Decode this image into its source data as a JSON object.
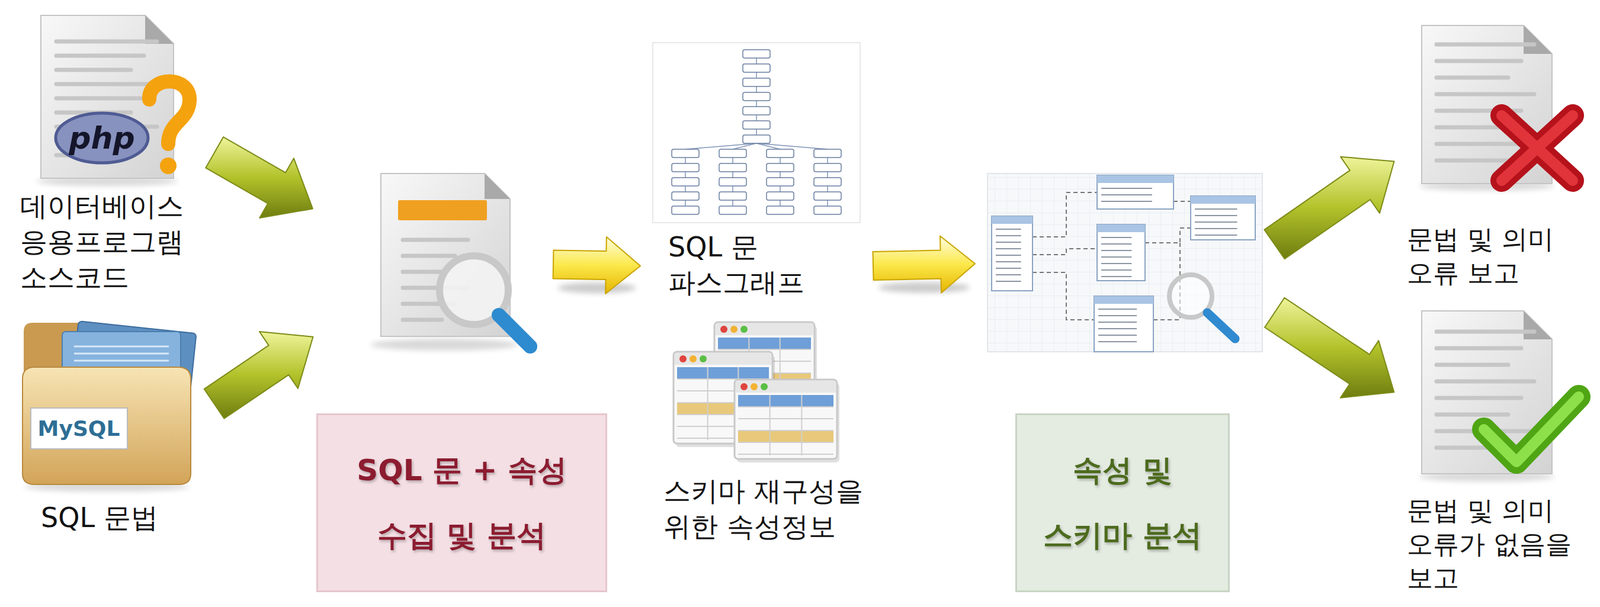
{
  "diagram": {
    "nodes": [
      {
        "text": [
          "데이터베이스 응용프로그램 소스코드"
        ]
      },
      {
        "text": [
          "SQL 문법"
        ]
      },
      {
        "text": [
          "SQL 문 + 속성 수집 및 분석"
        ]
      },
      {
        "text": [
          "SQL 문 파스그래프"
        ]
      },
      {
        "text": [
          "스키마 재구성을 위한 속성정보"
        ]
      },
      {
        "text": [
          "속성 및 스키마 분석"
        ]
      },
      {
        "text": [
          "문법 및 의미 오류 보고"
        ]
      },
      {
        "text": [
          "문법 및 의미 오류가 없음을 보고"
        ]
      }
    ],
    "edges": [
      {
        "from": 0,
        "to": 2,
        "arrow": "to"
      },
      {
        "from": 1,
        "to": 2,
        "arrow": "to"
      },
      {
        "from": 2,
        "to": 3,
        "arrow": "to"
      },
      {
        "from": 3,
        "to": 5,
        "arrow": "to"
      },
      {
        "from": 5,
        "to": 6,
        "arrow": "to"
      },
      {
        "from": 5,
        "to": 7,
        "arrow": "to"
      }
    ],
    "labels": [
      "php",
      "MySQL"
    ]
  }
}
